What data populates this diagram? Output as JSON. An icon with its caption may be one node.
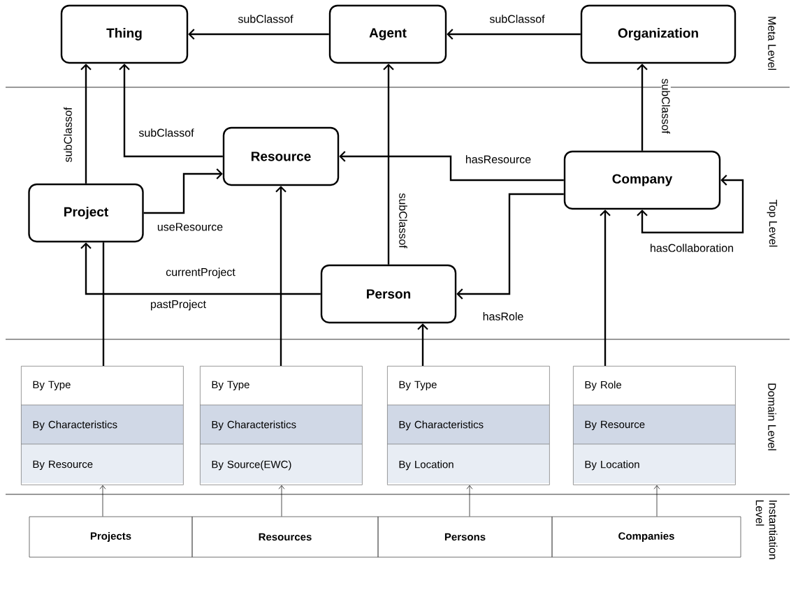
{
  "diagram": {
    "nodes": [
      {
        "text": [
          "Thing"
        ]
      },
      {
        "text": [
          "Agent"
        ]
      },
      {
        "text": [
          "Organization"
        ]
      },
      {
        "text": [
          "Resource"
        ]
      },
      {
        "text": [
          "Project"
        ]
      },
      {
        "text": [
          "Company"
        ]
      },
      {
        "text": [
          "Person"
        ]
      },
      {
        "text": [
          "By Type",
          "By Characteristics",
          "By Resource"
        ]
      },
      {
        "text": [
          "By Type",
          "By Characteristics",
          "By Source(EWC)"
        ]
      },
      {
        "text": [
          "By Type",
          "By Characteristics",
          "By Location"
        ]
      },
      {
        "text": [
          "By Role",
          "By Resource",
          "By Location"
        ]
      },
      {
        "text": [
          "Projects"
        ]
      },
      {
        "text": [
          "Resources"
        ]
      },
      {
        "text": [
          "Persons"
        ]
      },
      {
        "text": [
          "Companies"
        ]
      }
    ],
    "edges": [
      {
        "from": 1,
        "to": 0,
        "arrow": "to",
        "label": "subClassof"
      },
      {
        "from": 2,
        "to": 1,
        "arrow": "to",
        "label": "subClassof"
      },
      {
        "from": 4,
        "to": 0,
        "arrow": "to",
        "label": "subClassof"
      },
      {
        "from": 3,
        "to": 0,
        "arrow": "to",
        "label": "subClassof"
      },
      {
        "from": 4,
        "to": 3,
        "arrow": "to",
        "label": "useResource"
      },
      {
        "from": 5,
        "to": 3,
        "arrow": "to",
        "label": "hasResource"
      },
      {
        "from": 6,
        "to": 1,
        "arrow": "to",
        "label": "subClassof"
      },
      {
        "from": 5,
        "to": 2,
        "arrow": "to",
        "label": "subClassof"
      },
      {
        "from": 5,
        "to": 5,
        "arrow": "both",
        "label": "hasCollaboration"
      },
      {
        "from": 5,
        "to": 6,
        "arrow": "to",
        "label": "hasRole"
      },
      {
        "from": 6,
        "to": 4,
        "arrow": "to",
        "label": "currentProject"
      },
      {
        "from": 7,
        "to": 4,
        "arrow": "none"
      },
      {
        "from": 8,
        "to": 3,
        "arrow": "to"
      },
      {
        "from": 9,
        "to": 6,
        "arrow": "to"
      },
      {
        "from": 10,
        "to": 5,
        "arrow": "to"
      },
      {
        "from": 11,
        "to": 7,
        "arrow": "to"
      },
      {
        "from": 12,
        "to": 8,
        "arrow": "to"
      },
      {
        "from": 13,
        "to": 9,
        "arrow": "to"
      },
      {
        "from": 14,
        "to": 10,
        "arrow": "to"
      }
    ],
    "labels": [
      "Meta Level",
      "Top Level",
      "pastProject",
      "Domain Level",
      "Instantiation Level"
    ]
  }
}
